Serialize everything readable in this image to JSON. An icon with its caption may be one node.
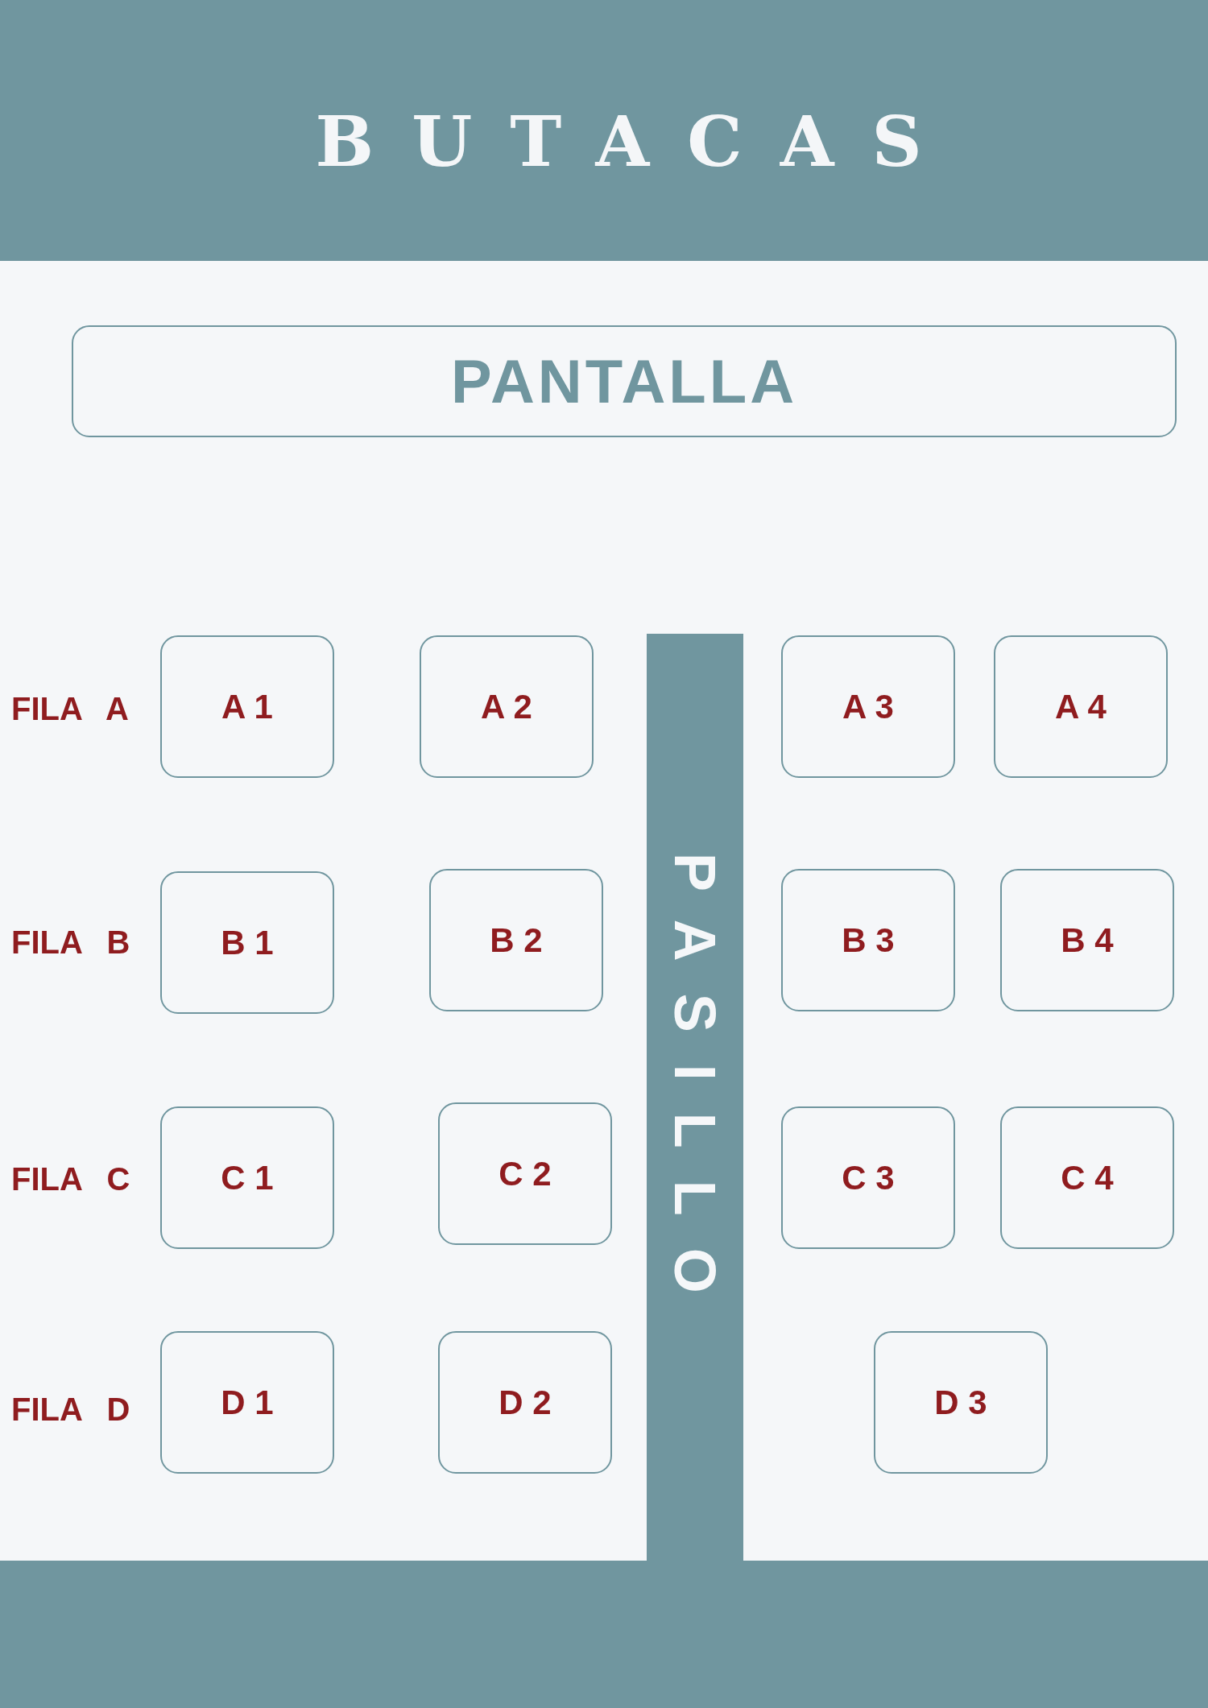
{
  "diagram": {
    "title": "BUTACAS",
    "nodes": [
      {
        "text": [
          "PANTALLA"
        ]
      },
      {
        "text": [
          "A 1"
        ]
      },
      {
        "text": [
          "A 2"
        ]
      },
      {
        "text": [
          "PASILLO"
        ]
      },
      {
        "text": [
          "A 3"
        ]
      },
      {
        "text": [
          "A 4"
        ]
      },
      {
        "text": [
          "B 1"
        ]
      },
      {
        "text": [
          "B 2"
        ]
      },
      {
        "text": [
          "B 3"
        ]
      },
      {
        "text": [
          "B 4"
        ]
      },
      {
        "text": [
          "C 1"
        ]
      },
      {
        "text": [
          "C 2"
        ]
      },
      {
        "text": [
          "C 3"
        ]
      },
      {
        "text": [
          "C 4"
        ]
      },
      {
        "text": [
          "D 1"
        ]
      },
      {
        "text": [
          "D 2"
        ]
      },
      {
        "text": [
          "D 3"
        ]
      }
    ],
    "labels": [
      "FILA A",
      "FILA B",
      "FILA C",
      "FILA D"
    ]
  }
}
